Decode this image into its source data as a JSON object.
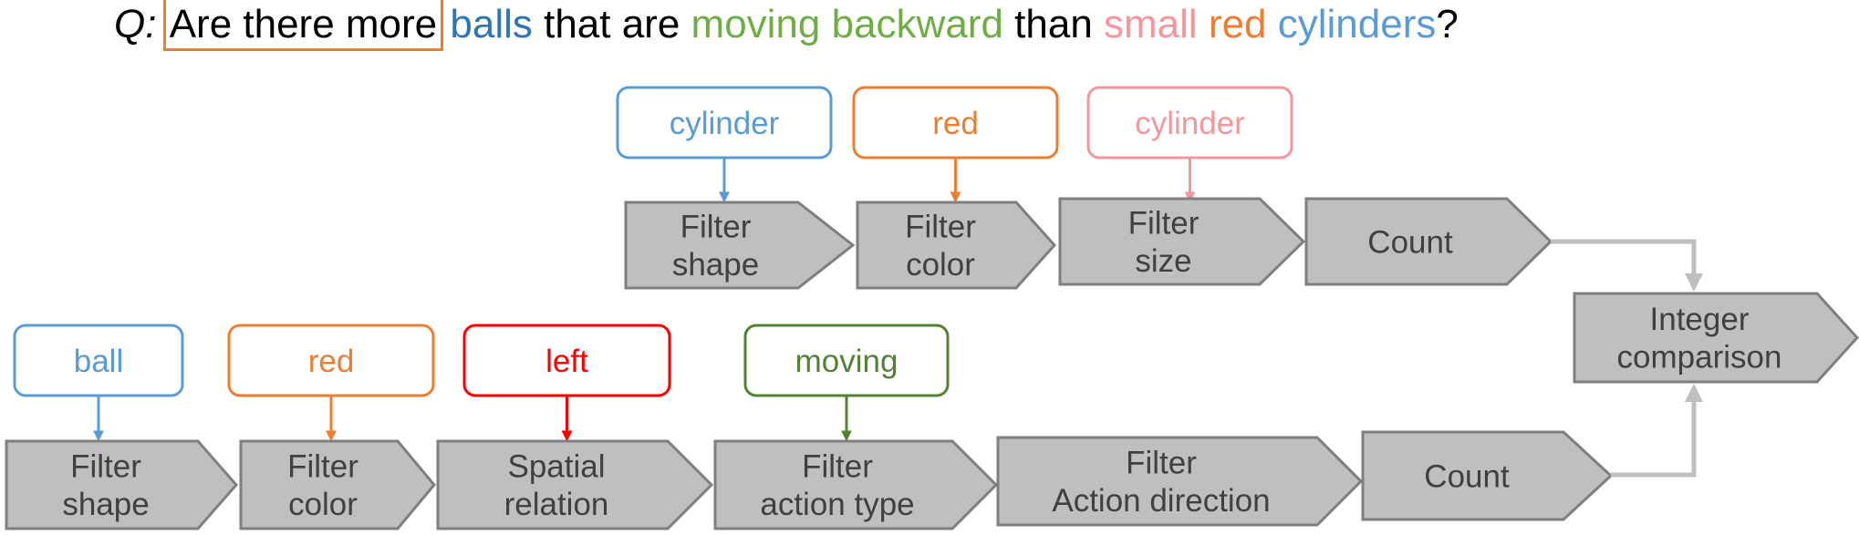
{
  "question": {
    "prefix": "Q:",
    "segments": [
      {
        "text": "Are there more",
        "color": "#000000",
        "boxed": true
      },
      {
        "text": " balls",
        "color": "#2E75B6"
      },
      {
        "text": " that are",
        "color": "#000000"
      },
      {
        "text": " moving backward",
        "color": "#70AD47"
      },
      {
        "text": " than",
        "color": "#000000"
      },
      {
        "text": " small",
        "color": "#F4979C"
      },
      {
        "text": " red",
        "color": "#ED7D31"
      },
      {
        "text": " cylinders",
        "color": "#5B9BD5"
      },
      {
        "text": "?",
        "color": "#000000"
      }
    ]
  },
  "top_row": {
    "params": [
      {
        "label": "cylinder",
        "color": "#5B9BD5"
      },
      {
        "label": "red",
        "color": "#ED7D31"
      },
      {
        "label": "cylinder",
        "color": "#F4979C"
      }
    ],
    "modules": [
      {
        "label": [
          "Filter",
          "shape"
        ]
      },
      {
        "label": [
          "Filter",
          "color"
        ]
      },
      {
        "label": [
          "Filter",
          "size"
        ]
      },
      {
        "label": [
          "Count"
        ]
      }
    ]
  },
  "bottom_row": {
    "params": [
      {
        "label": "ball",
        "color": "#5B9BD5"
      },
      {
        "label": "red",
        "color": "#ED7D31"
      },
      {
        "label": "left",
        "color": "#FF0000"
      },
      {
        "label": "moving",
        "color": "#548235"
      }
    ],
    "modules": [
      {
        "label": [
          "Filter",
          "shape"
        ]
      },
      {
        "label": [
          "Filter",
          "color"
        ]
      },
      {
        "label": [
          "Spatial",
          "relation"
        ]
      },
      {
        "label": [
          "Filter",
          "action type"
        ]
      },
      {
        "label": [
          "Filter",
          "Action direction"
        ]
      },
      {
        "label": [
          "Count"
        ]
      }
    ]
  },
  "final_module": {
    "label": [
      "Integer",
      "comparison"
    ]
  },
  "colors": {
    "module_fill": "#BFBFBF",
    "module_stroke": "#7F7F7F",
    "connector": "#BFBFBF",
    "text": "#404040"
  }
}
